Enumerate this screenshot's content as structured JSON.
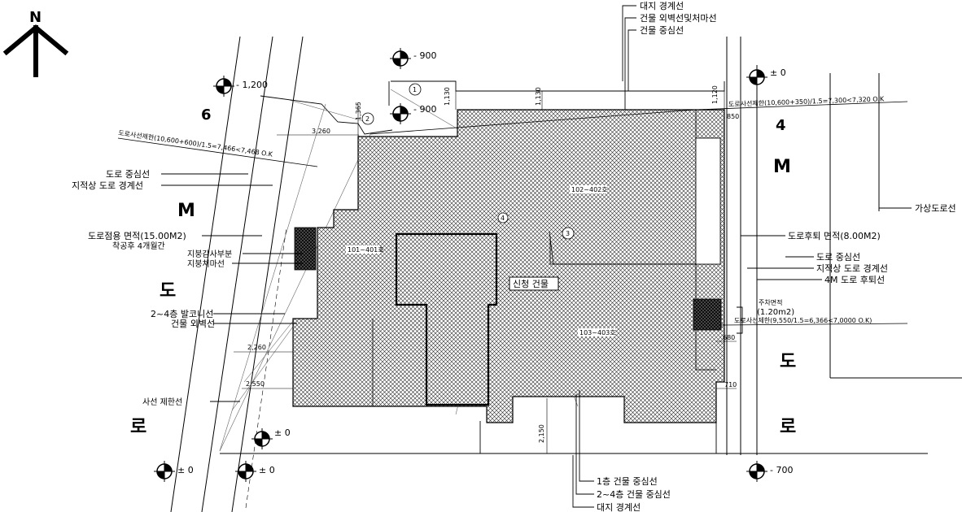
{
  "north_label": "N",
  "road_6m": {
    "digit": "6",
    "unit": "M",
    "char1": "도",
    "char2": "로"
  },
  "road_4m": {
    "digit": "4",
    "unit": "M",
    "char1": "도",
    "char2": "로"
  },
  "levels": {
    "top_center": "- 900",
    "left_top": "- 1,200",
    "mid_top": "- 900",
    "right_top": "± 0",
    "bottom_left_a": "± 0",
    "bottom_left_b": "± 0",
    "bottom_left_c": "± 0",
    "bottom_right": "- 700"
  },
  "top_labels": [
    "대지 경계선",
    "건물 외벽선및처마선",
    "건물 중심선"
  ],
  "bottom_labels": [
    "1층 건물 중심선",
    "2~4층 건물 중심선",
    "대지 경계선"
  ],
  "left_labels": {
    "road_center": "도로 중심선",
    "cadastral": "지적상 도로 경계선",
    "road_area_1": "도로점용 면적(15.00M2)",
    "road_area_2": "착공후 4개월간",
    "roof_top": "지붕감사부분",
    "eaves": "지붕처마선",
    "balcony": "2~4층 발코니선",
    "outer_wall": "건물 외벽선",
    "setback_line": "사선 제한선"
  },
  "right_labels": {
    "virtual_road": "가상도로선",
    "setback_area": "도로후퇴 면적(8.00M2)",
    "road_center": "도로 중심선",
    "cadastral": "지적상 도로 경계선",
    "setback_4m": "4M 도로 후퇴선",
    "parking_1": "주차면적",
    "parking_2": "(1.20m2)"
  },
  "formulas": {
    "left": "도로사선제한(10,600+600)/1.5=7,466<7,468 O.K",
    "right_top": "도로사선제한(10,600+350)/1.5=7,300<7,320 O.K",
    "right_mid": "도로사선제한(9,550/1.5=6,366<7,0000 O.K)"
  },
  "building": {
    "label": "신청 건물",
    "room_a": "101~401호",
    "room_b": "102~402호",
    "room_c": "103~403호"
  },
  "circles": [
    "1",
    "2",
    "3",
    "4"
  ],
  "dimensions": {
    "d1130a": "1,130",
    "d1130b": "1,130",
    "d1365": "1,365",
    "d3260": "3,260",
    "d1120": "1,120",
    "d850": "850",
    "d2260": "2,260",
    "d2550": "2,550",
    "d680": "680",
    "d710": "710",
    "d2150": "2,150"
  }
}
